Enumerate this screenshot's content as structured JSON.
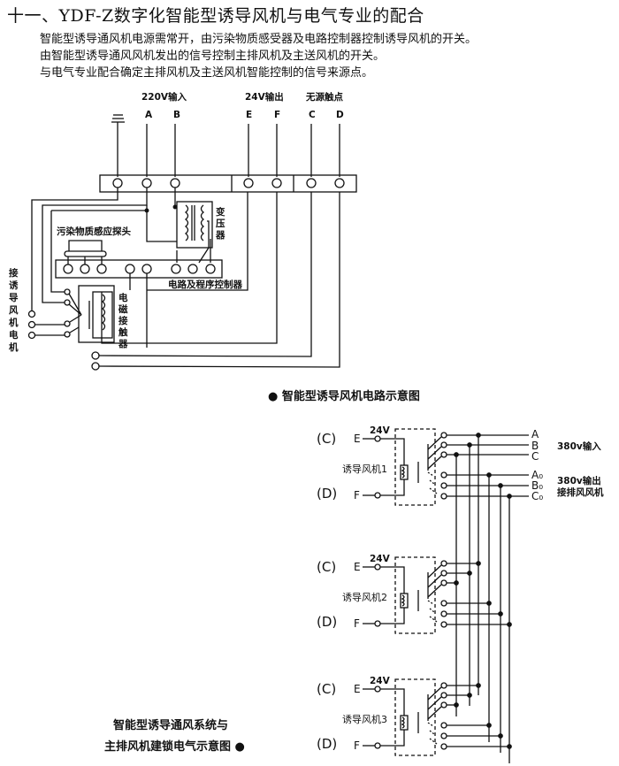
{
  "page": {
    "title": "十一、YDF-Z数字化智能型诱导风机与电气专业的配合",
    "description_lines": [
      "智能型诱导通风机电源需常开，由污染物质感受器及电路控制器控制诱导风机的开关。",
      "由智能型诱导通风风机发出的信号控制主排风机及主送风机的开关。",
      "与电气专业配合确定主排风机及主送风机智能控制的信号来源点。"
    ]
  },
  "circuit_diagram": {
    "caption": "● 智能型诱导风机电路示意图",
    "group_labels": {
      "input_220v": "220V输入",
      "output_24v": "24V输出",
      "dry_contact": "无源触点"
    },
    "terminals": [
      "A",
      "B",
      "E",
      "F",
      "C",
      "D"
    ],
    "ground_symbol": "ground-icon",
    "components": {
      "transformer": "变压器",
      "pollution_sensor": "污染物质感应探头",
      "controller": "电路及程序控制器",
      "contactor": "电磁接触器",
      "fan_motor": "接诱导风机电机"
    }
  },
  "interlock_diagram": {
    "caption_line1": "智能型诱导通风系统与",
    "caption_line2": "主排风机建锁电气示意图 ●",
    "units": [
      {
        "name": "诱导风机1",
        "c_label": "(C)",
        "d_label": "(D)",
        "e": "E",
        "f": "F",
        "voltage": "24V"
      },
      {
        "name": "诱导风机2",
        "c_label": "(C)",
        "d_label": "(D)",
        "e": "E",
        "f": "F",
        "voltage": "24V"
      },
      {
        "name": "诱导风机3",
        "c_label": "(C)",
        "d_label": "(D)",
        "e": "E",
        "f": "F",
        "voltage": "24V"
      }
    ],
    "bus_labels": {
      "input": [
        "A",
        "B",
        "C"
      ],
      "output": [
        "A₀",
        "B₀",
        "C₀"
      ],
      "input_desc": "380v输入",
      "output_desc_line1": "380v输出",
      "output_desc_line2": "接排风风机"
    }
  }
}
